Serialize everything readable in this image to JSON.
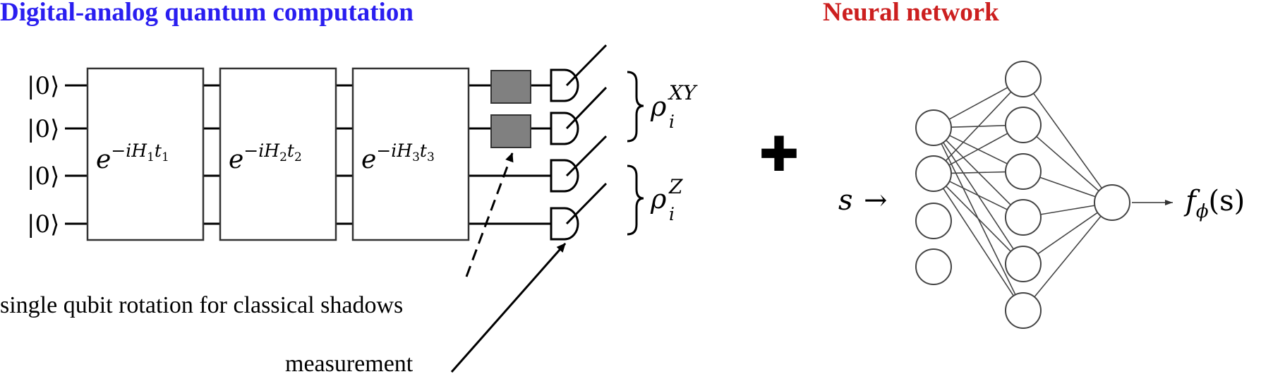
{
  "quantum_section": {
    "title": "Digital-analog quantum computation",
    "title_color": "#2a1ef0",
    "qubit_labels": [
      "|0⟩",
      "|0⟩",
      "|0⟩",
      "|0⟩"
    ],
    "gates": [
      {
        "base": "e",
        "exponent": "−iH",
        "sub1": "1",
        "t": "t",
        "sub2": "1"
      },
      {
        "base": "e",
        "exponent": "−iH",
        "sub1": "2",
        "t": "t",
        "sub2": "2"
      },
      {
        "base": "e",
        "exponent": "−iH",
        "sub1": "3",
        "t": "t",
        "sub2": "3"
      }
    ],
    "rotation_box_color": "#808080",
    "output_labels": [
      {
        "symbol": "ρ",
        "sub": "i",
        "sup": "XY"
      },
      {
        "symbol": "ρ",
        "sub": "i",
        "sup": "Z"
      }
    ],
    "rotation_caption": "single qubit rotation for classical shadows",
    "measurement_caption": "measurement"
  },
  "plus_sign": "✚",
  "network_section": {
    "title": "Neural network",
    "title_color": "#cc1f1f",
    "input_symbol": "s",
    "arrow": "→",
    "output": {
      "f": "f",
      "sub": "ϕ",
      "arg": "(s)"
    },
    "layer_sizes": [
      4,
      6,
      1
    ]
  }
}
